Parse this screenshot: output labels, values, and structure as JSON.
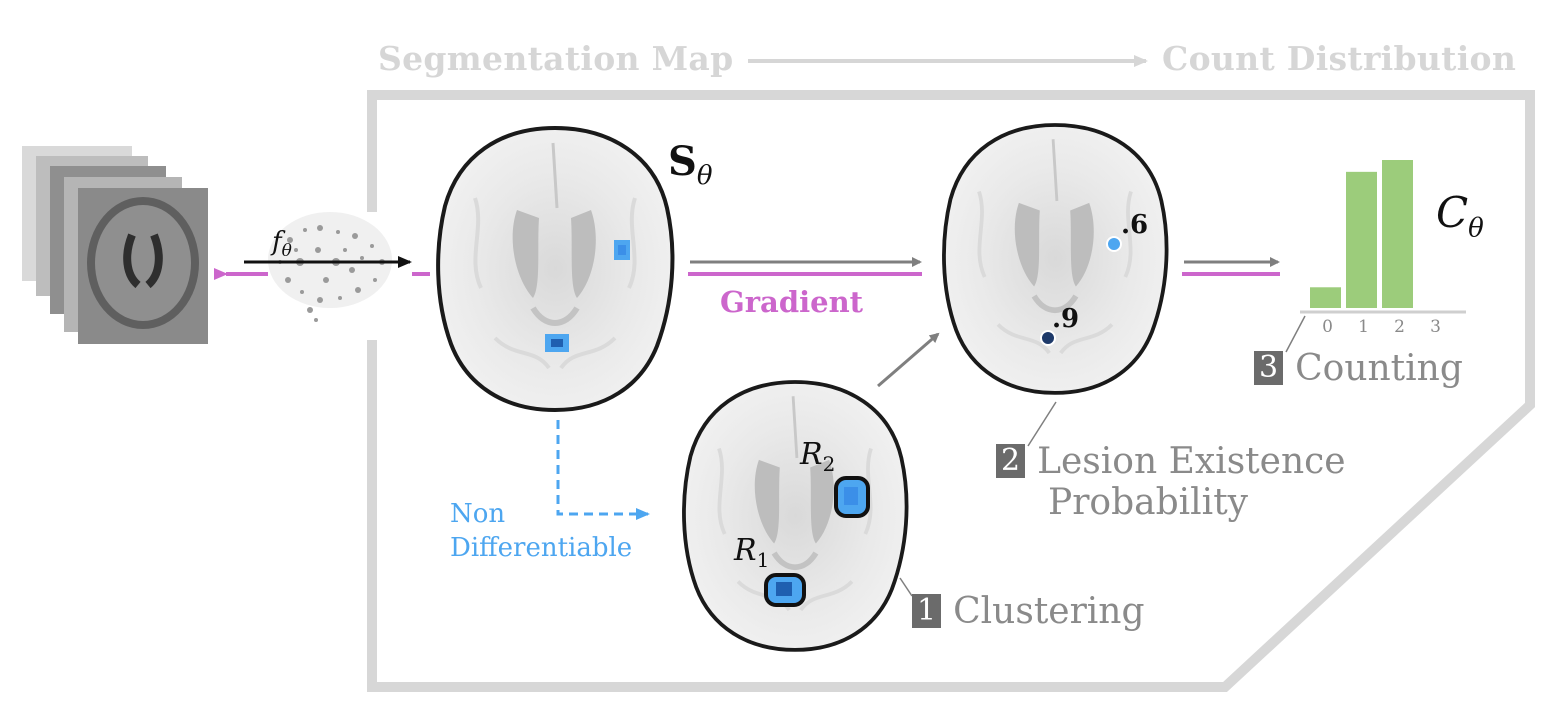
{
  "header": {
    "left": "Segmentation Map",
    "right": "Count Distribution"
  },
  "network": {
    "label": "f",
    "sub": "θ"
  },
  "seg_map": {
    "label": "S",
    "sub": "θ"
  },
  "gradient_label": "Gradient",
  "non_diff": {
    "line1": "Non",
    "line2": "Differentiable"
  },
  "regions": [
    {
      "label": "R",
      "sub": "1"
    },
    {
      "label": "R",
      "sub": "2"
    }
  ],
  "probabilities": [
    ".6",
    ".9"
  ],
  "steps": [
    {
      "num": "1",
      "label": "Clustering"
    },
    {
      "num": "2",
      "label": "Lesion Existence",
      "label2": "Probability"
    },
    {
      "num": "3",
      "label": "Counting"
    }
  ],
  "count_dist": {
    "label": "C",
    "sub": "θ"
  },
  "chart_data": {
    "type": "bar",
    "categories": [
      "0",
      "1",
      "2",
      "3"
    ],
    "values": [
      0.14,
      0.92,
      1.0,
      0
    ],
    "ylim": [
      0,
      1
    ],
    "grid": false,
    "color": "#9ccc7b"
  },
  "colors": {
    "gradient": "#cc66cc",
    "non_diff": "#4da6f0",
    "frame": "#d7d7d7",
    "arrow": "#7f7f7f",
    "lesion": "#3b8fe8"
  }
}
